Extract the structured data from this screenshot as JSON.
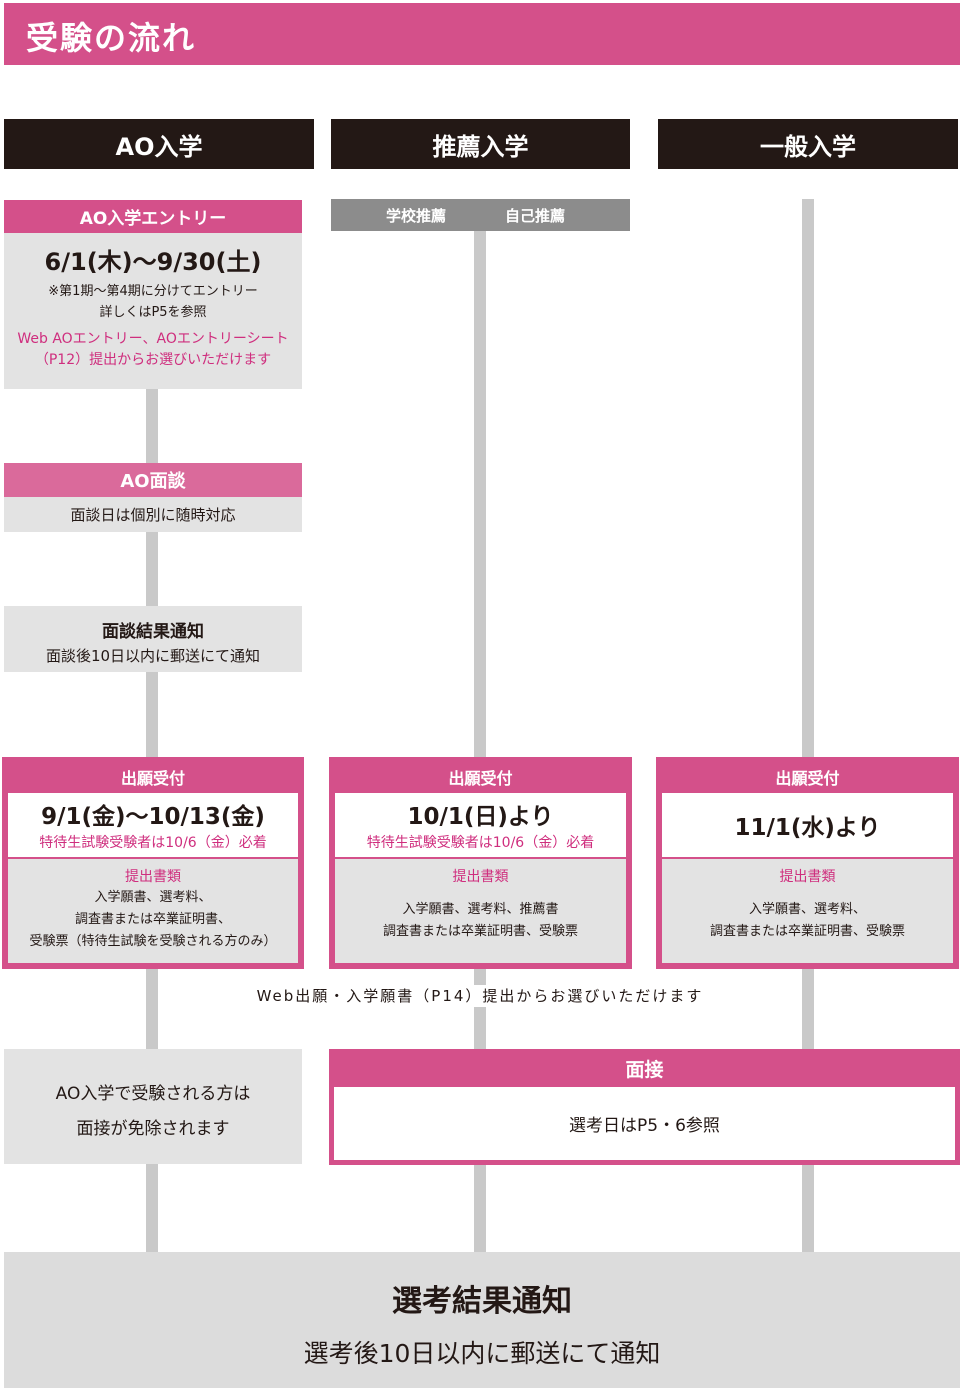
{
  "title": "受験の流れ",
  "columns": {
    "ao": "AO入学",
    "suisen": "推薦入学",
    "ippan": "一般入学"
  },
  "ao_entry": {
    "header": "AO入学エントリー",
    "date": "6/1(木)～9/30(土)",
    "note1": "※第1期～第4期に分けてエントリー",
    "note2": "詳しくはP5を参照",
    "web1": "Web AOエントリー、AOエントリーシート",
    "web2": "（P12）提出からお選びいただけます"
  },
  "suisen_types": {
    "school": "学校推薦",
    "self": "自己推薦"
  },
  "ao_interview": {
    "header": "AO面談",
    "text": "面談日は個別に随時対応"
  },
  "interview_result": {
    "title": "面談結果通知",
    "text": "面談後10日以内に郵送にて通知"
  },
  "application": {
    "header": "出願受付",
    "docs_header": "提出書類",
    "ao": {
      "date": "9/1(金)～10/13(金)",
      "note": "特待生試験受験者は10/6（金）必着",
      "docs1": "入学願書、選考料、",
      "docs2": "調査書または卒業証明書、",
      "docs3": "受験票（特待生試験を受験される方のみ）"
    },
    "suisen": {
      "date": "10/1(日)より",
      "note": "特待生試験受験者は10/6（金）必着",
      "docs1": "入学願書、選考料、推薦書",
      "docs2": "調査書または卒業証明書、受験票"
    },
    "ippan": {
      "date": "11/1(水)より",
      "docs1": "入学願書、選考料、",
      "docs2": "調査書または卒業証明書、受験票"
    }
  },
  "web_note": "Web出願・入学願書（P14）提出からお選びいただけます",
  "ao_exempt": {
    "line1": "AO入学で受験される方は",
    "line2": "面接が免除されます"
  },
  "interview": {
    "header": "面接",
    "text": "選考日はP5・6参照"
  },
  "final": {
    "title": "選考結果通知",
    "text": "選考後10日以内に郵送にて通知"
  }
}
